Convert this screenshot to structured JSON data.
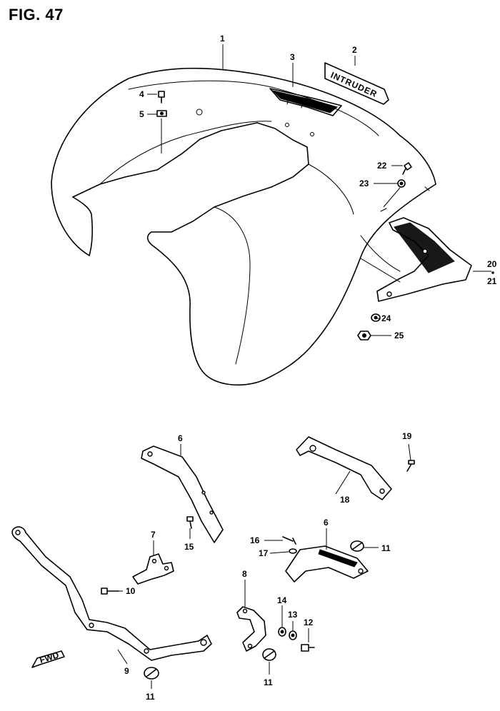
{
  "figure": {
    "title": "FIG. 47"
  },
  "emblem_text": "INTRUDER",
  "fwd_label": "FWD",
  "callouts": [
    "1",
    "2",
    "3",
    "4",
    "5",
    "6",
    "6",
    "7",
    "8",
    "9",
    "10",
    "11",
    "11",
    "11",
    "12",
    "13",
    "14",
    "15",
    "16",
    "17",
    "18",
    "19",
    "20",
    "21",
    "22",
    "23",
    "24",
    "25"
  ]
}
